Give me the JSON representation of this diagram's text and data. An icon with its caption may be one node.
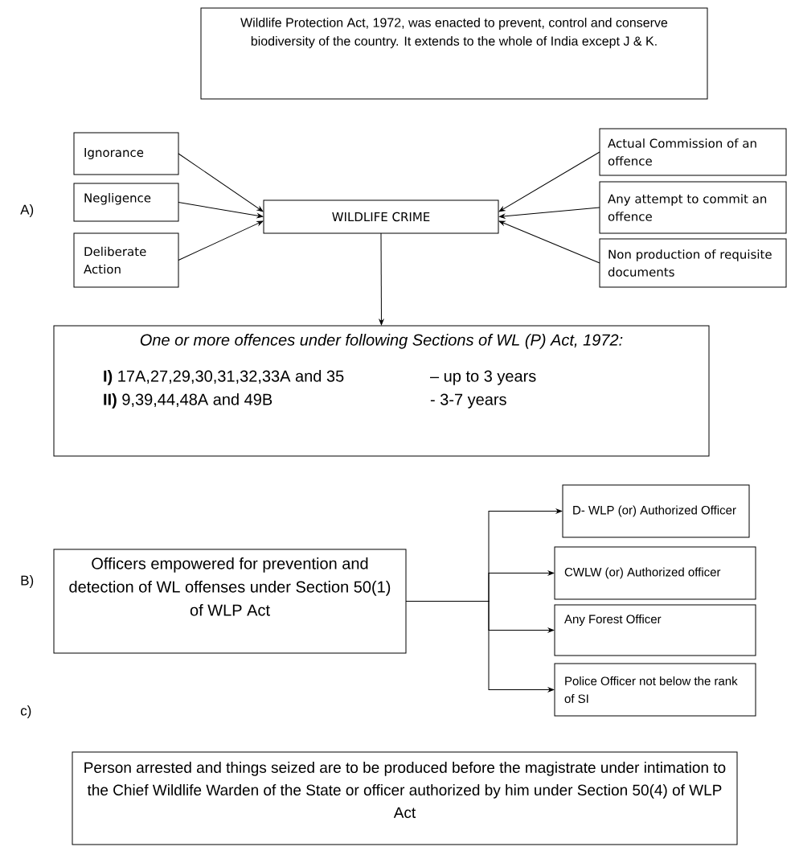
{
  "diagram": {
    "nodes": [
      {
        "text": [
          "Wildlife Protection Act, 1972, was enacted to prevent, control and conserve biodiversity of the country. It extends to the whole of India except J & K."
        ]
      },
      {
        "text": [
          "Ignorance"
        ]
      },
      {
        "text": [
          "Negligence"
        ]
      },
      {
        "text": [
          "Deliberate Action"
        ]
      },
      {
        "text": [
          "WILDLIFE CRIME"
        ]
      },
      {
        "text": [
          "Actual Commission of an offence"
        ]
      },
      {
        "text": [
          "Any attempt to commit an offence"
        ]
      },
      {
        "text": [
          "Non production of requisite documents"
        ]
      },
      {
        "text": [
          "One or more offences under following Sections of WL (P) Act, 1972:",
          "**I)** 17A,27,29,30,31,32,33A and 35",
          "– up to 3 years",
          "**II)** 9,39,44,48A and 49B",
          "- 3-7 years"
        ]
      },
      {
        "text": [
          "Officers empowered for prevention and detection of WL offenses under Section 50(1) of WLP Act"
        ]
      },
      {
        "text": [
          "D- WLP (or) Authorized Officer"
        ]
      },
      {
        "text": [
          "CWLW (or) Authorized officer"
        ]
      },
      {
        "text": [
          "Any Forest Officer"
        ]
      },
      {
        "text": [
          "Police Officer not below the rank of SI"
        ]
      },
      {
        "text": [
          "Person arrested and things seized are to be produced before the magistrate under intimation to the Chief Wildlife Warden of the State or officer authorized by him under Section 50(4) of WLP Act"
        ]
      }
    ],
    "edges": [
      {
        "from": 1,
        "to": 4,
        "arrow": "to"
      },
      {
        "from": 2,
        "to": 4,
        "arrow": "to"
      },
      {
        "from": 3,
        "to": 4,
        "arrow": "to"
      },
      {
        "from": 5,
        "to": 4,
        "arrow": "to"
      },
      {
        "from": 6,
        "to": 4,
        "arrow": "to"
      },
      {
        "from": 7,
        "to": 4,
        "arrow": "to"
      },
      {
        "from": 4,
        "to": 8,
        "arrow": "to"
      },
      {
        "from": 9,
        "to": 10,
        "arrow": "to"
      },
      {
        "from": 9,
        "to": 11,
        "arrow": "to"
      },
      {
        "from": 9,
        "to": 12,
        "arrow": "to"
      },
      {
        "from": 9,
        "to": 13,
        "arrow": "to"
      }
    ],
    "labels": [
      "A)",
      "B)",
      "c)"
    ]
  }
}
